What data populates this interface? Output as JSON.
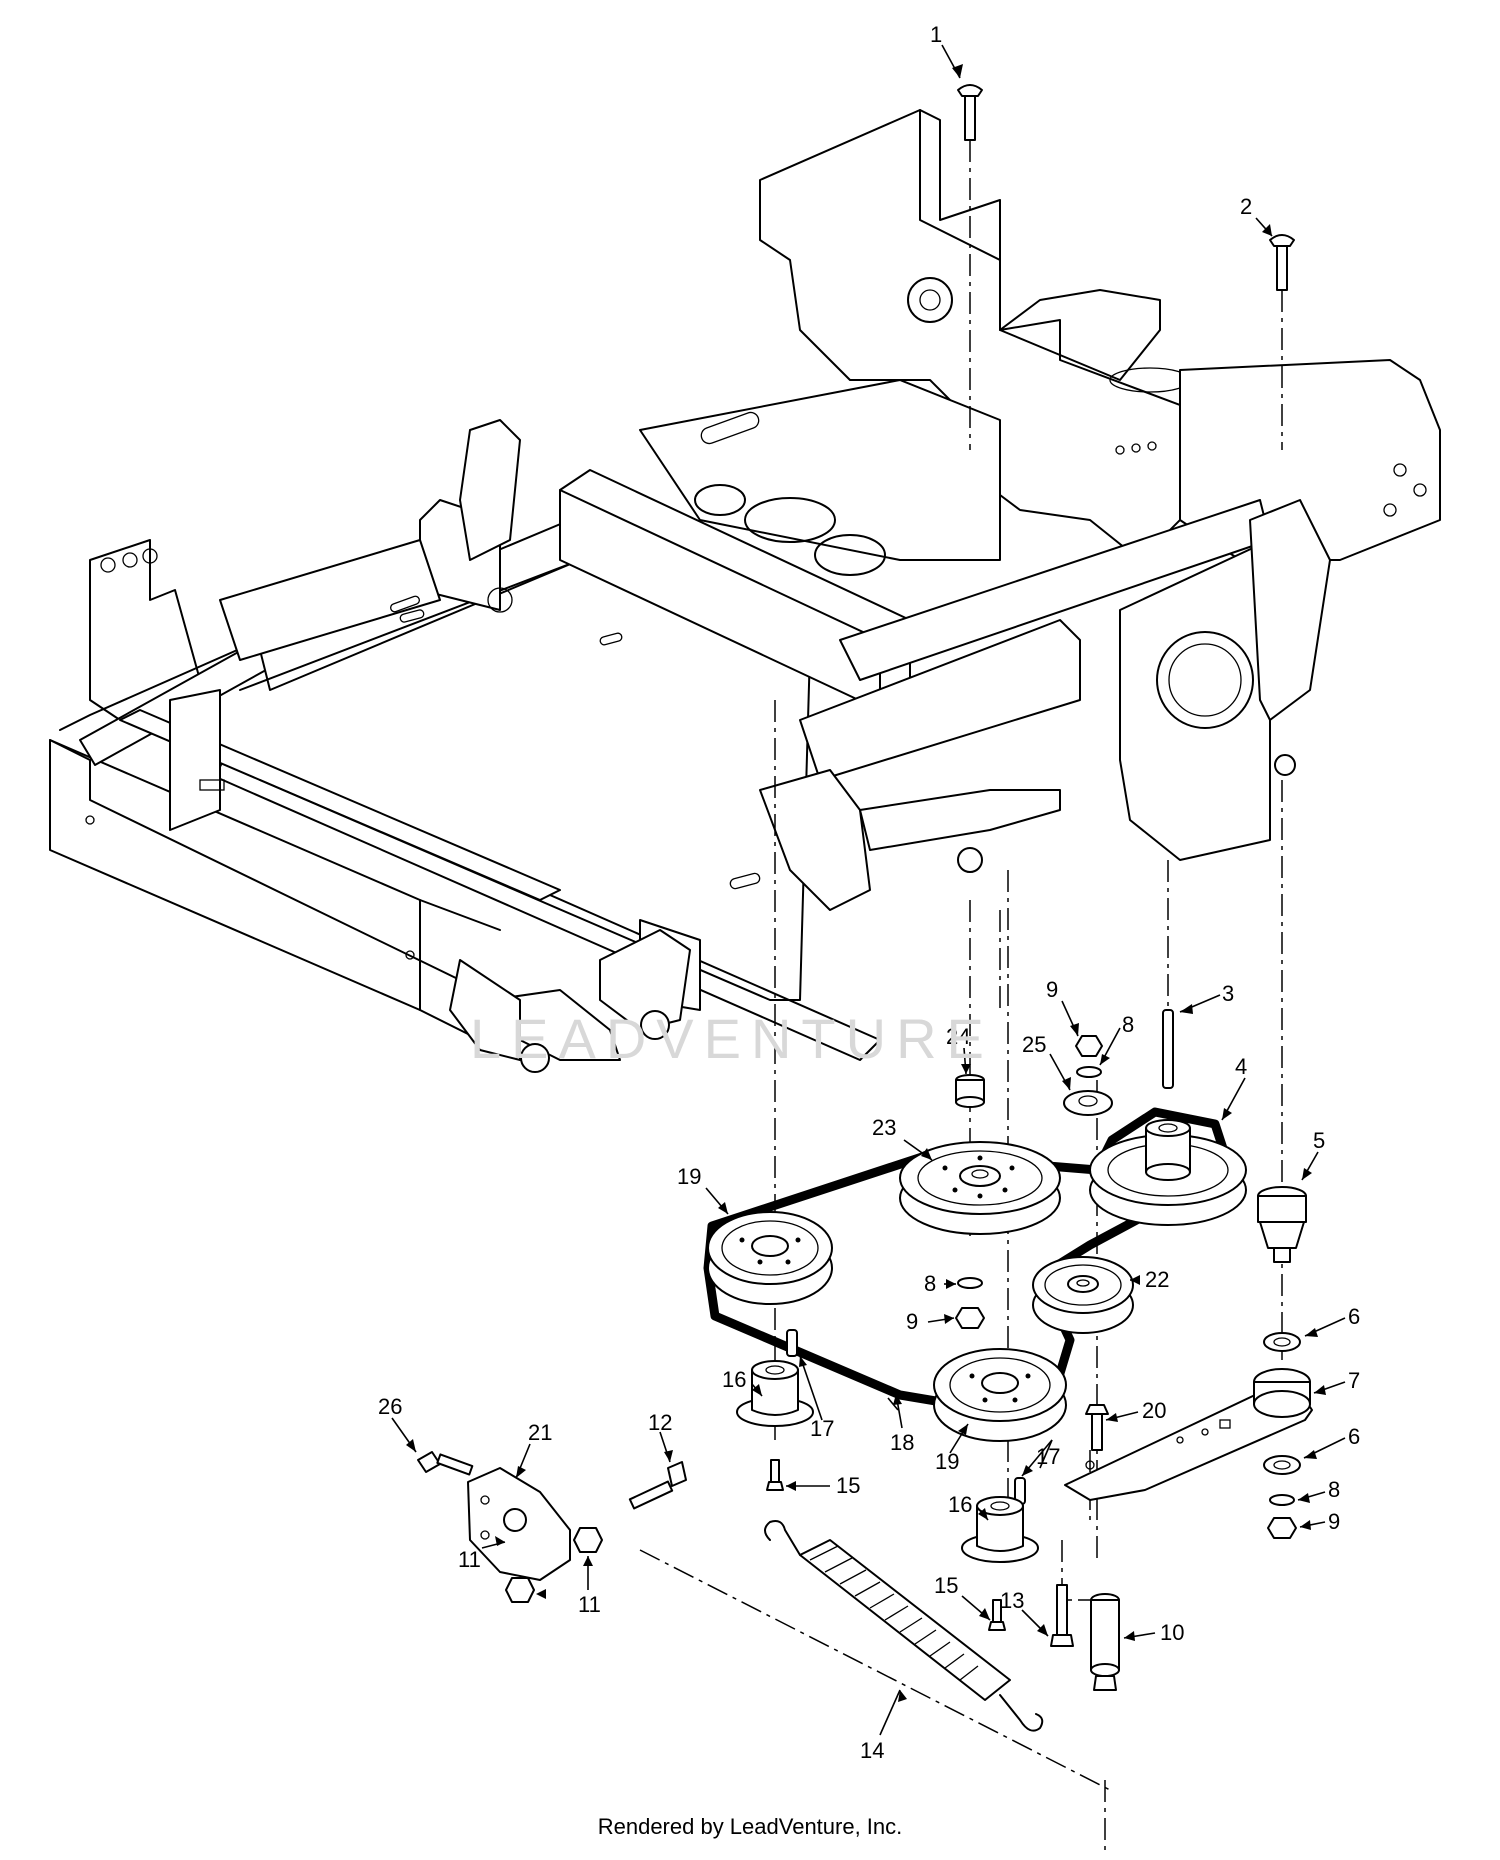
{
  "watermark": "LEADVENTURE",
  "footer": "Rendered by LeadVenture, Inc.",
  "callouts": {
    "c1": "1",
    "c2": "2",
    "c3": "3",
    "c4": "4",
    "c5": "5",
    "c6a": "6",
    "c6b": "6",
    "c7": "7",
    "c8a": "8",
    "c8b": "8",
    "c8c": "8",
    "c9a": "9",
    "c9b": "9",
    "c9c": "9",
    "c10": "10",
    "c11a": "11",
    "c11b": "11",
    "c12": "12",
    "c13": "13",
    "c14": "14",
    "c15a": "15",
    "c15b": "15",
    "c16a": "16",
    "c16b": "16",
    "c17a": "17",
    "c17b": "17",
    "c18": "18",
    "c19a": "19",
    "c19b": "19",
    "c20": "20",
    "c21": "21",
    "c22": "22",
    "c23": "23",
    "c24": "24",
    "c25": "25",
    "c26": "26"
  }
}
